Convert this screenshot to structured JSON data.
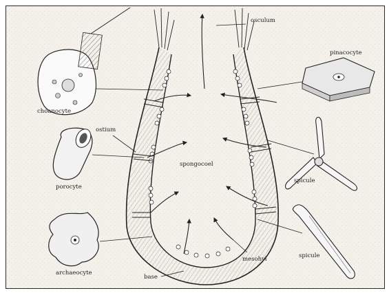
{
  "labels": {
    "osculum": "osculum",
    "pinacocyte": "pinacocyte",
    "choanocyte": "choanocyte",
    "ostium": "ostium",
    "porocyte": "porocyte",
    "spongocoel": "spongocoel",
    "spicule_top": "spicule",
    "spicule_bottom": "spicule",
    "archaeocyte": "archaeocyte",
    "mesohyl": "mesohyl",
    "base": "base"
  }
}
